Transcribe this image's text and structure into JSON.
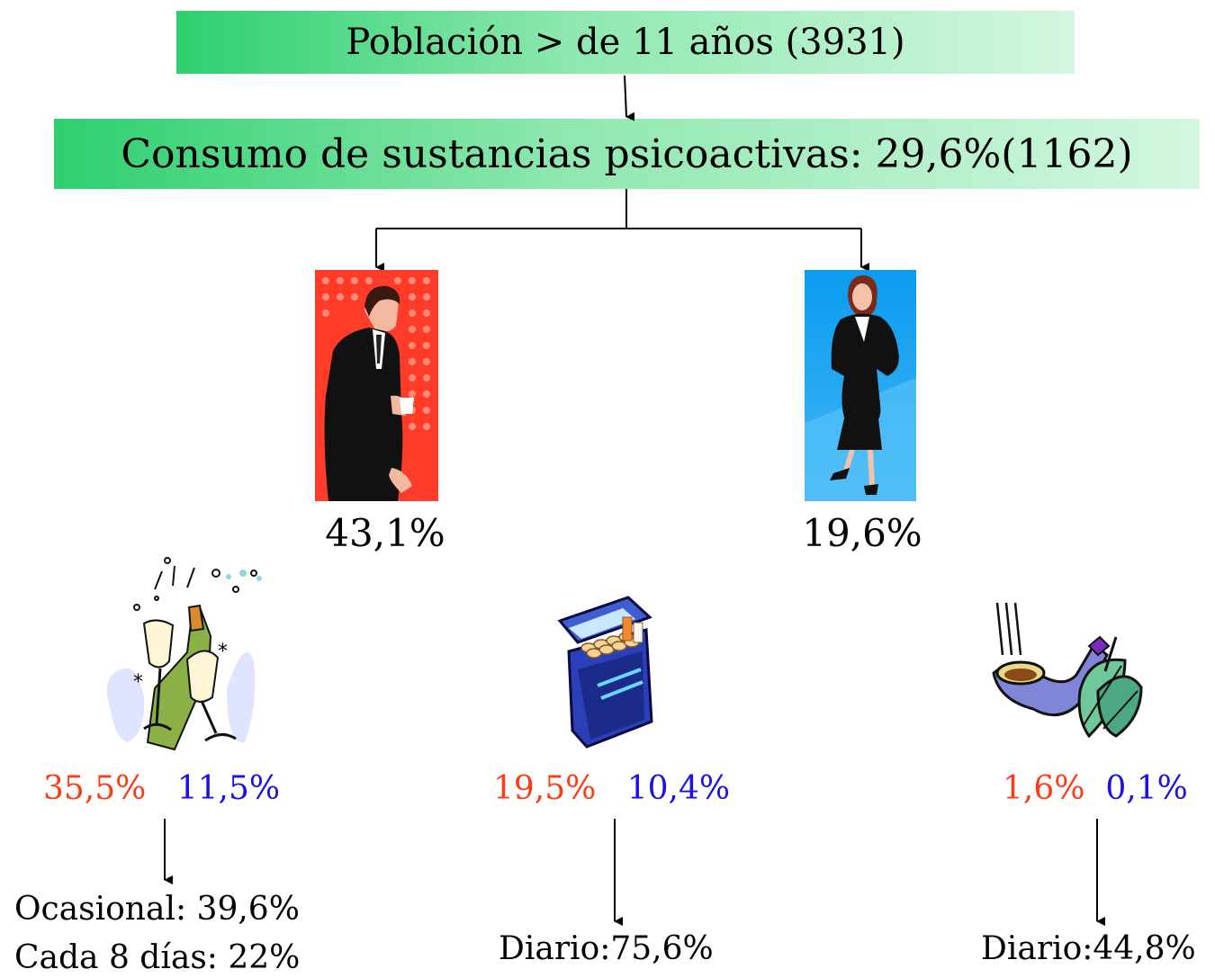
{
  "top_box": {
    "label": "Población > de 11 años (3931)"
  },
  "second_box": {
    "label": "Consumo de sustancias psicoactivas:  29,6%(1162)"
  },
  "gender": {
    "male": {
      "icon": "man-in-suit-figure",
      "percent": "43,1%",
      "color": "#ff3b16"
    },
    "female": {
      "icon": "woman-in-suit-figure",
      "percent": "19,6%",
      "color": "#1a10e8"
    }
  },
  "substances": [
    {
      "id": "alcohol",
      "icon": "champagne-celebration-icon",
      "male_pct": "35,5%",
      "female_pct": "11,5%",
      "detail": [
        "Ocasional: 39,6%",
        "Cada 8 días: 22%"
      ]
    },
    {
      "id": "tobacco",
      "icon": "cigarette-pack-icon",
      "male_pct": "19,5%",
      "female_pct": "10,4%",
      "detail": [
        "Diario:75,6%"
      ]
    },
    {
      "id": "marijuana",
      "icon": "pipe-leaves-icon",
      "male_pct": "1,6%",
      "female_pct": "0,1%",
      "detail": [
        "Diario:44,8%"
      ]
    }
  ]
}
